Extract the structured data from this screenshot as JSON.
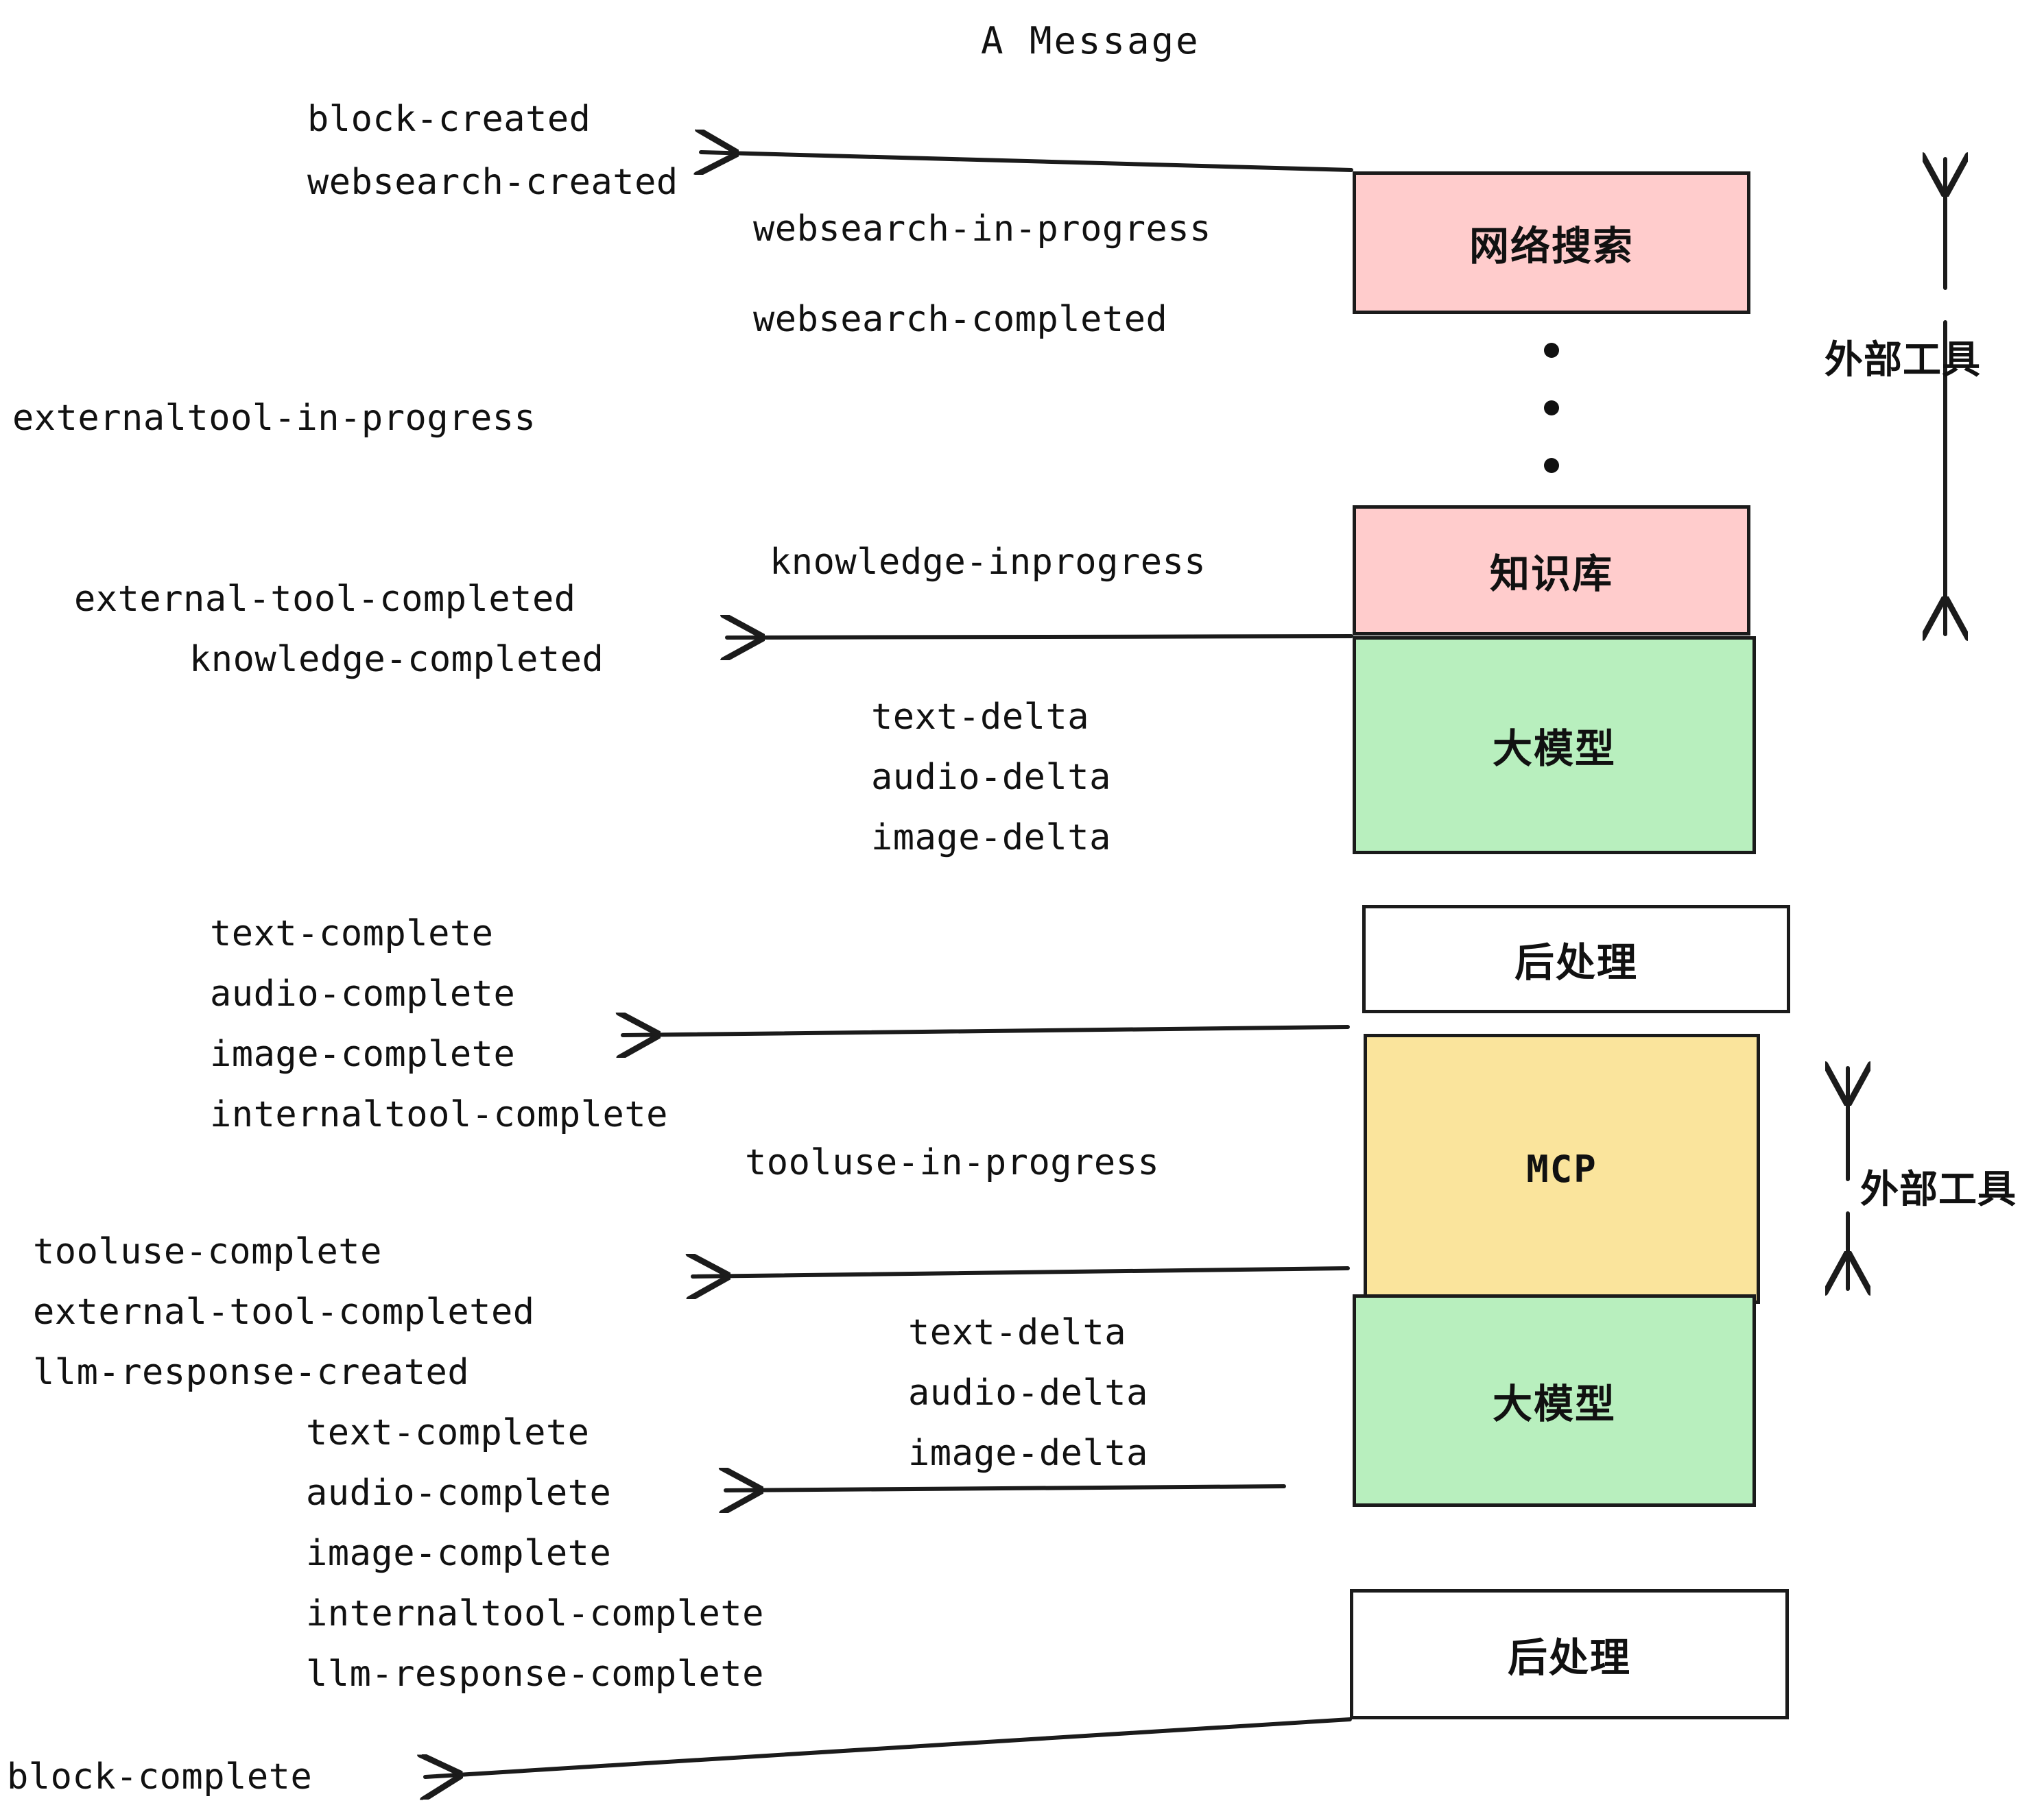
{
  "title": "A Message",
  "colors": {
    "pink": "#FFCCCC",
    "green": "#B8EFBE",
    "yellow": "#FAE49C",
    "white": "#FFFFFF",
    "stroke": "#1B1B1B",
    "text": "#111111"
  },
  "nodes": [
    {
      "id": "websearch",
      "label": "网络搜索",
      "fill": "#FFCCCC"
    },
    {
      "id": "knowledge",
      "label": "知识库",
      "fill": "#FFCCCC"
    },
    {
      "id": "llm-1",
      "label": "大模型",
      "fill": "#B8EFBE"
    },
    {
      "id": "postproc-1",
      "label": "后处理",
      "fill": "#FFFFFF"
    },
    {
      "id": "mcp",
      "label": "MCP",
      "fill": "#FAE49C"
    },
    {
      "id": "llm-2",
      "label": "大模型",
      "fill": "#B8EFBE"
    },
    {
      "id": "postproc-2",
      "label": "后处理",
      "fill": "#FFFFFF"
    }
  ],
  "side_labels": [
    {
      "id": "external-tools-top",
      "text": "外部工具"
    },
    {
      "id": "external-tools-bottom",
      "text": "外部工具"
    }
  ],
  "events": {
    "block_created": "block-created",
    "websearch_created": "websearch-created",
    "websearch_in_progress": "websearch-in-progress",
    "websearch_completed": "websearch-completed",
    "externaltool_in_progress": "externaltool-in-progress",
    "knowledge_inprogress": "knowledge-inprogress",
    "external_tool_completed_1": "external-tool-completed",
    "knowledge_completed": "knowledge-completed",
    "text_delta_1": "text-delta",
    "audio_delta_1": "audio-delta",
    "image_delta_1": "image-delta",
    "text_complete_1": "text-complete",
    "audio_complete_1": "audio-complete",
    "image_complete_1": "image-complete",
    "internaltool_complete_1": "internaltool-complete",
    "tooluse_in_progress": "tooluse-in-progress",
    "tooluse_complete": "tooluse-complete",
    "external_tool_completed_2": "external-tool-completed",
    "llm_response_created": "llm-response-created",
    "text_delta_2": "text-delta",
    "audio_delta_2": "audio-delta",
    "image_delta_2": "image-delta",
    "text_complete_2": "text-complete",
    "audio_complete_2": "audio-complete",
    "image_complete_2": "image-complete",
    "internaltool_complete_2": "internaltool-complete",
    "llm_response_complete": "llm-response-complete",
    "block_complete": "block-complete"
  },
  "ellipsis": {
    "id": "vertical-ellipsis",
    "dots": 3
  }
}
